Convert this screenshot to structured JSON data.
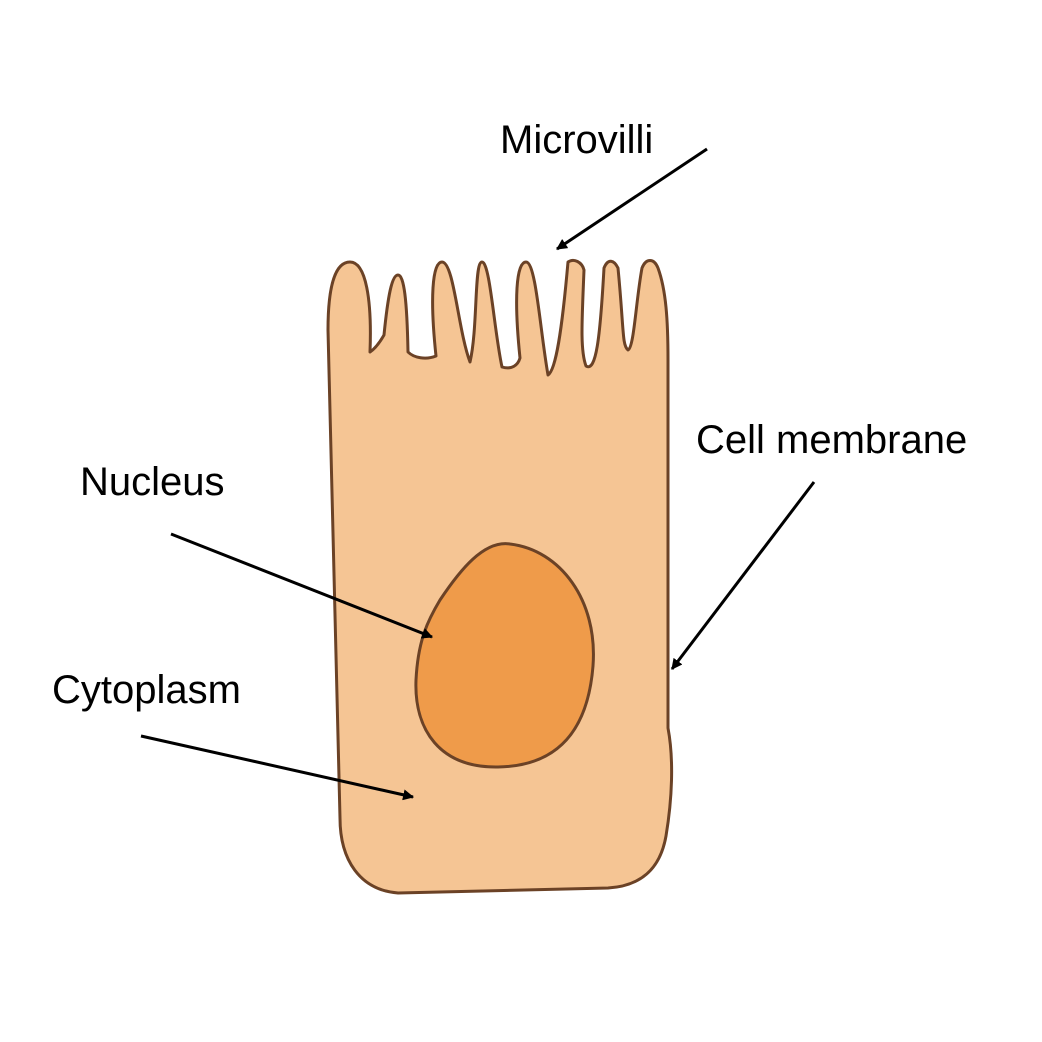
{
  "labels": {
    "microvilli": "Microvilli",
    "cell_membrane": "Cell membrane",
    "nucleus": "Nucleus",
    "cytoplasm": "Cytoplasm"
  },
  "colors": {
    "cytoplasm_fill": "#F5C594",
    "nucleus_fill": "#EF9B4A",
    "outline": "#6B4226",
    "arrow": "#000000",
    "background": "#FFFFFF"
  }
}
